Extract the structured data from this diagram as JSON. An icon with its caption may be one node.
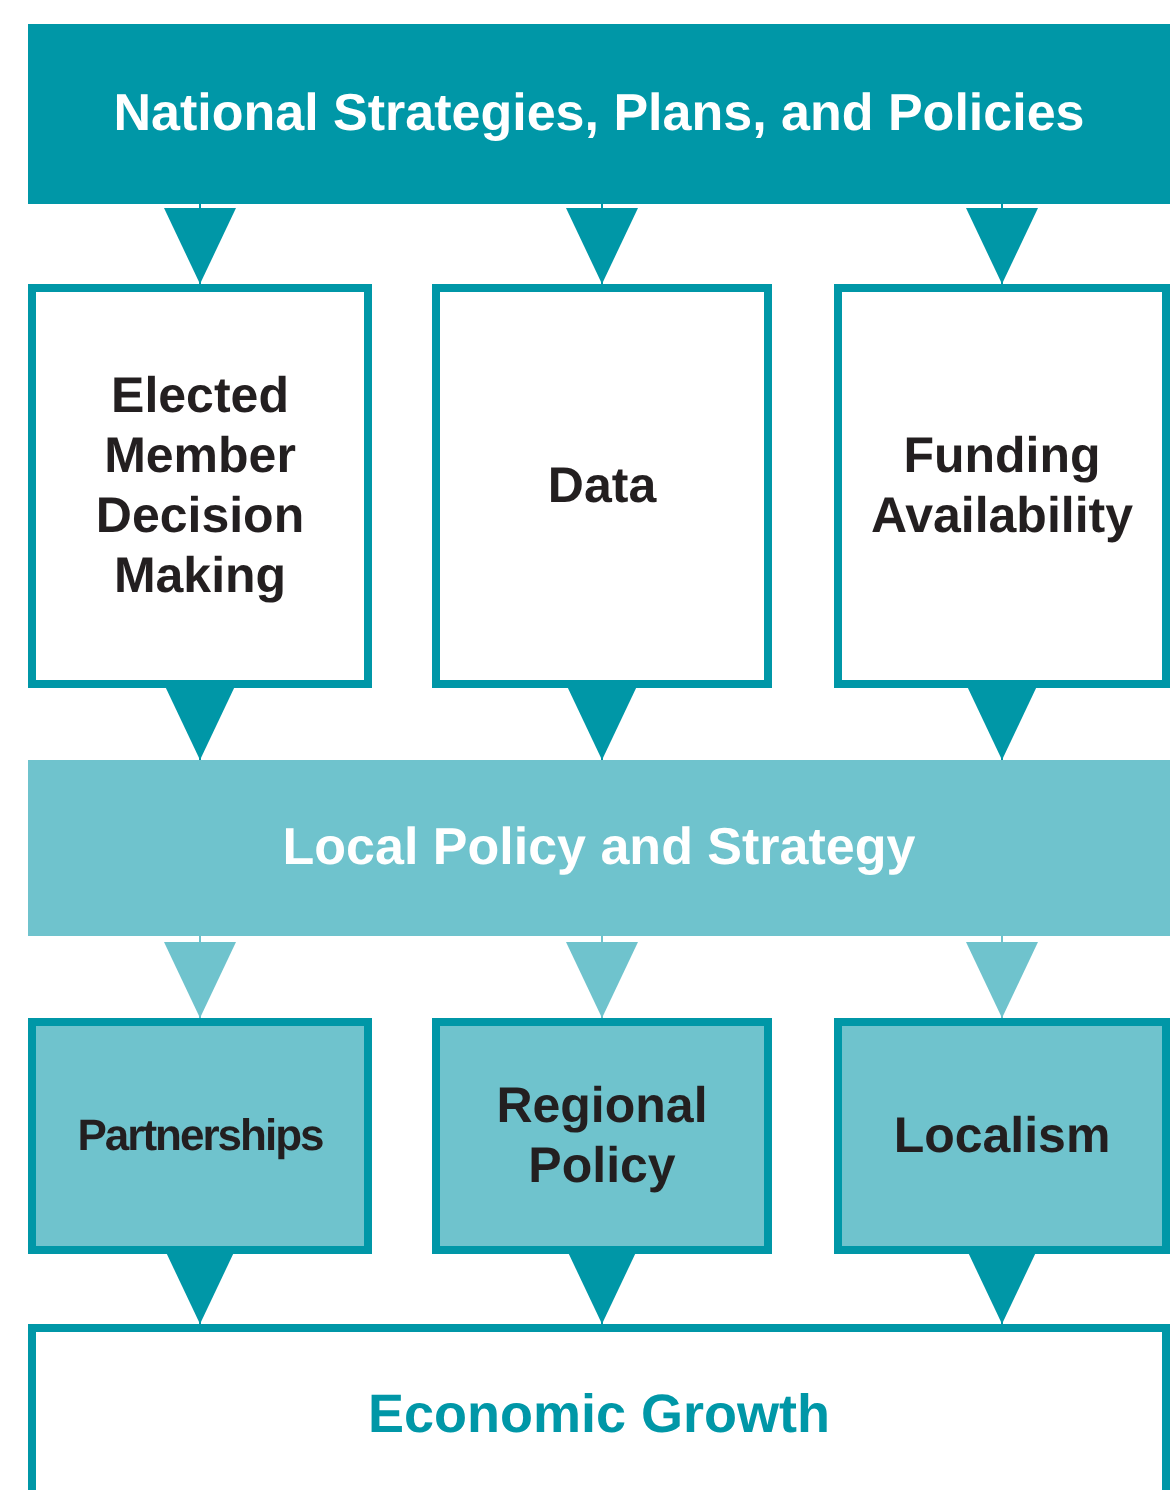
{
  "diagram": {
    "nodes": [
      {
        "text": [
          "National Strategies, Plans, and Policies"
        ]
      },
      {
        "text": [
          "Elected Member Decision Making"
        ]
      },
      {
        "text": [
          "Data"
        ]
      },
      {
        "text": [
          "Funding Availability"
        ]
      },
      {
        "text": [
          "Local Policy and Strategy"
        ]
      },
      {
        "text": [
          "Partnerships"
        ]
      },
      {
        "text": [
          "Regional Policy"
        ]
      },
      {
        "text": [
          "Localism"
        ]
      },
      {
        "text": [
          "Economic Growth"
        ]
      }
    ],
    "edges": [
      {
        "from": 0,
        "to": 1,
        "arrow": "to"
      },
      {
        "from": 0,
        "to": 2,
        "arrow": "to"
      },
      {
        "from": 0,
        "to": 3,
        "arrow": "to"
      },
      {
        "from": 1,
        "to": 4,
        "arrow": "to"
      },
      {
        "from": 2,
        "to": 4,
        "arrow": "to"
      },
      {
        "from": 3,
        "to": 4,
        "arrow": "to"
      },
      {
        "from": 4,
        "to": 5,
        "arrow": "to",
        "color": "#6fc3cd"
      },
      {
        "from": 4,
        "to": 6,
        "arrow": "to",
        "color": "#6fc3cd"
      },
      {
        "from": 4,
        "to": 7,
        "arrow": "to",
        "color": "#6fc3cd"
      },
      {
        "from": 5,
        "to": 8,
        "arrow": "to"
      },
      {
        "from": 6,
        "to": 8,
        "arrow": "to"
      },
      {
        "from": 7,
        "to": 8,
        "arrow": "to"
      }
    ]
  }
}
